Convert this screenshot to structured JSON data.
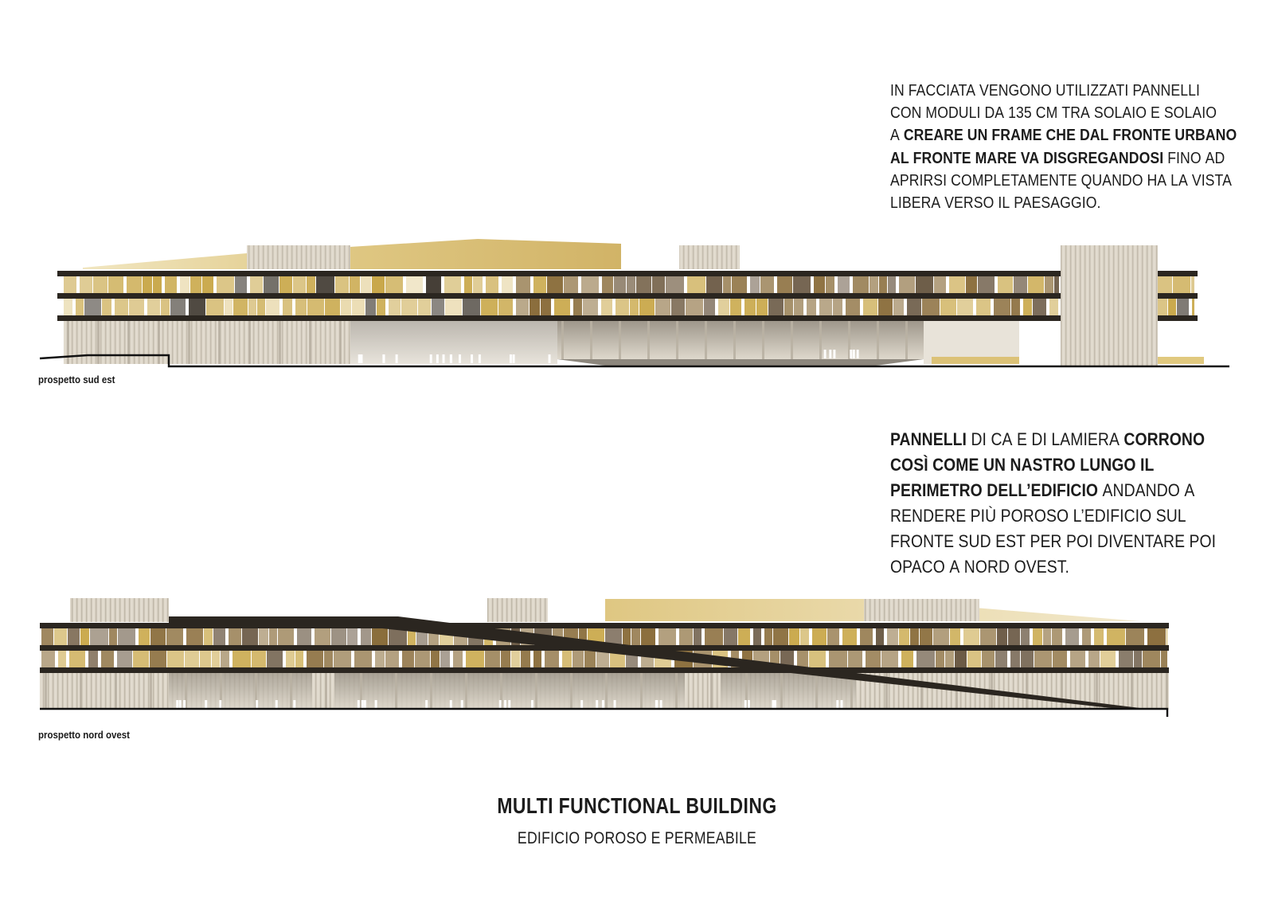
{
  "text_block_1": {
    "lines": [
      [
        {
          "t": "IN FACCIATA VENGONO UTILIZZATI PANNELLI",
          "b": false
        }
      ],
      [
        {
          "t": "CON MODULI DA 135 CM TRA SOLAIO E SOLAIO",
          "b": false
        }
      ],
      [
        {
          "t": "A ",
          "b": false
        },
        {
          "t": "CREARE UN FRAME CHE DAL FRONTE URBANO",
          "b": true
        }
      ],
      [
        {
          "t": "AL FRONTE MARE VA DISGREGANDOSI",
          "b": true
        },
        {
          "t": " FINO AD",
          "b": false
        }
      ],
      [
        {
          "t": "APRIRSI COMPLETAMENTE QUANDO HA LA VISTA",
          "b": false
        }
      ],
      [
        {
          "t": "LIBERA VERSO IL PAESAGGIO.",
          "b": false
        }
      ]
    ]
  },
  "text_block_2": {
    "lines": [
      [
        {
          "t": "PANNELLI",
          "b": true
        },
        {
          "t": " DI CA E DI LAMIERA ",
          "b": false
        },
        {
          "t": "CORRONO",
          "b": true
        }
      ],
      [
        {
          "t": "COSÌ COME UN NASTRO LUNGO IL",
          "b": true
        }
      ],
      [
        {
          "t": "PERIMETRO DELL’EDIFICIO",
          "b": true
        },
        {
          "t": " ANDANDO A",
          "b": false
        }
      ],
      [
        {
          "t": "RENDERE PIÙ POROSO L’EDIFICIO SUL",
          "b": false
        }
      ],
      [
        {
          "t": "FRONTE SUD EST PER POI DIVENTARE POI",
          "b": false
        }
      ],
      [
        {
          "t": "OPACO A NORD OVEST.",
          "b": false
        }
      ]
    ]
  },
  "elevations": {
    "south_east_label": "prospetto sud est",
    "north_west_label": "prospetto nord ovest"
  },
  "footer": {
    "title": "MULTI FUNCTIONAL BUILDING",
    "subtitle": "EDIFICIO POROSO E PERMEABILE"
  },
  "colors": {
    "structure": "#2b2620",
    "gold": "#c9a84a",
    "gold_light": "#e6d4a0",
    "wood": "#8a6d3b",
    "concrete": "#d9d3c8",
    "glass": "#b7b1a7"
  }
}
